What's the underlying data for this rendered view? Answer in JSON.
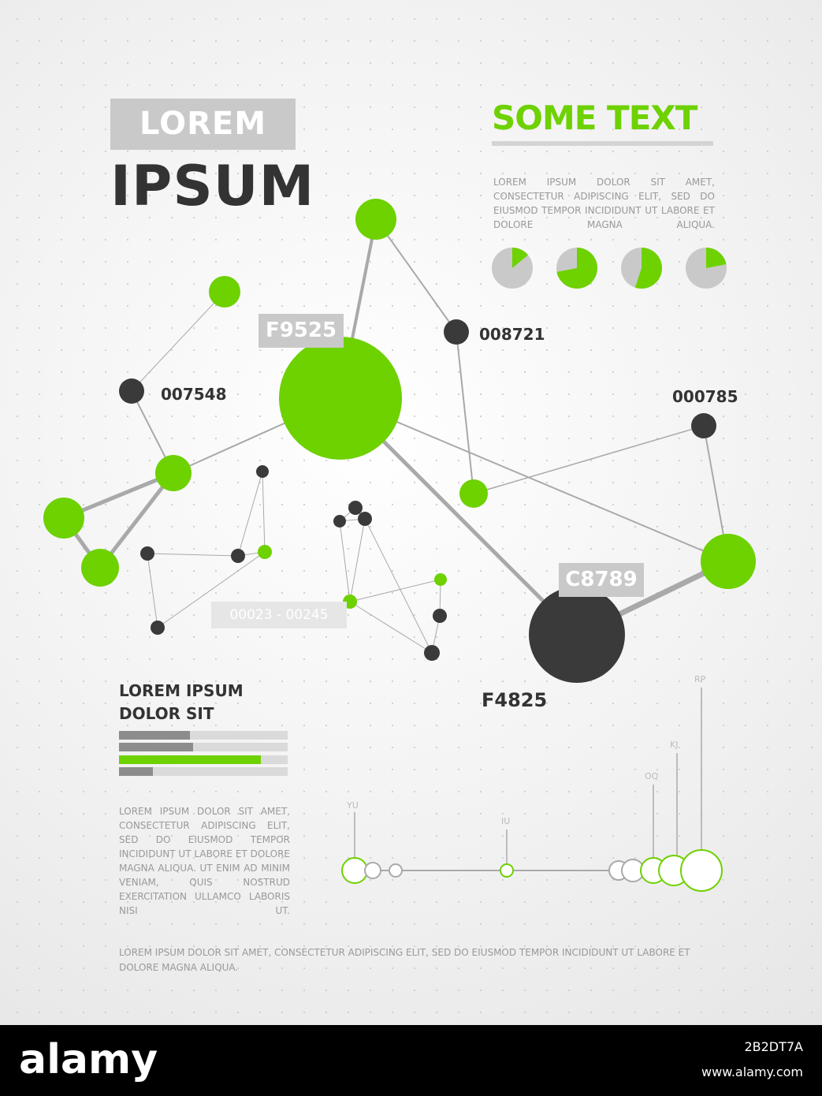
{
  "header": {
    "box_text": "LOREM",
    "big_text": "IPSUM"
  },
  "right_block": {
    "title": "SOME TEXT",
    "paragraph": "LOREM IPSUM DOLOR SIT AMET, CONSECTETUR ADIPISCING ELIT, SED DO EIUSMOD TEMPOR INCIDIDUNT UT LABORE ET DOLORE MAGNA ALIQUA.",
    "pies": [
      0.14,
      0.72,
      0.55,
      0.22
    ]
  },
  "network_labels": {
    "l007548": "007548",
    "l008721": "008721",
    "l000785": "000785",
    "f9525": "F9525",
    "c8789": "C8789",
    "f4825": "F4825",
    "range": "00023 - 00245"
  },
  "stats": {
    "title_line1": "LOREM IPSUM",
    "title_line2": "DOLOR SIT",
    "bars": [
      0.42,
      0.44,
      0.84,
      0.2
    ]
  },
  "left_paragraph": "LOREM IPSUM DOLOR SIT AMET, CONSECTETUR ADIPISCING ELIT, SED DO EIUSMOD TEMPOR INCIDIDUNT UT LABORE ET DOLORE MAGNA ALIQUA. UT ENIM AD MINIM VENIAM, QUIS NOSTRUD EXERCITATION ULLAMCO LABORIS NISI UT.",
  "bottom_paragraph": "LOREM IPSUM DOLOR SIT AMET, CONSECTETUR ADIPISCING ELIT, SED DO EIUSMOD TEMPOR INCIDIDUNT UT LABORE ET DOLORE MAGNA ALIQUA.",
  "timeline_labels": {
    "yu": "YU",
    "iu": "IU",
    "oq": "OQ",
    "kj": "KJ",
    "rp": "RP"
  },
  "colors": {
    "green": "#6ed100",
    "dark": "#3a3a3a",
    "gray": "#c9c9c9"
  },
  "footer": {
    "brand": "alamy",
    "code": "2B2DT7A",
    "url": "www.alamy.com"
  }
}
